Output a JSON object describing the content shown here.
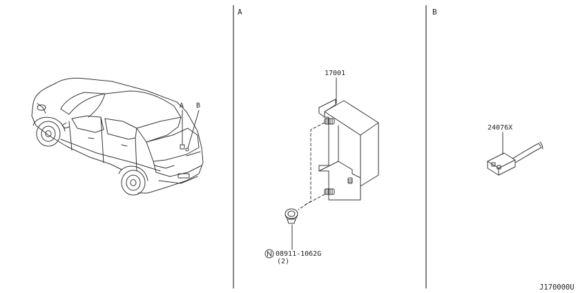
{
  "sections": {
    "a": "A",
    "b": "B"
  },
  "car": {
    "callout_a": "A",
    "callout_b": "B"
  },
  "section_a": {
    "part_module": "17001",
    "nut_prefix_icon": "circled-n-icon",
    "nut_part": "08911-1062G",
    "nut_qty": "(2)"
  },
  "section_b": {
    "part_connector": "24076X"
  },
  "diagram_code": "J170000U",
  "colors": {
    "line": "#333333",
    "background": "#ffffff"
  }
}
